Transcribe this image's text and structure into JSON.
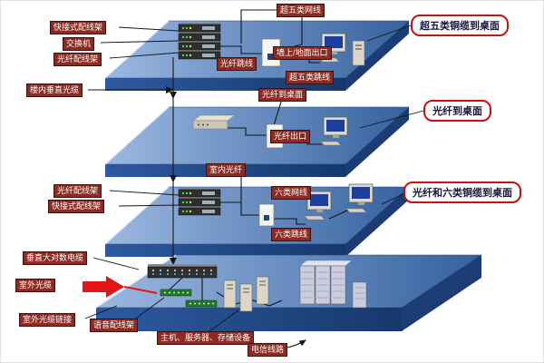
{
  "floor1": {
    "tag_quick_patch": "快接式配线架",
    "tag_switch": "交换机",
    "tag_fiber_patch": "光纤配线架",
    "tag_cat5e_cable": "超五类网线",
    "tag_fiber_jumper": "光纤跳线",
    "tag_outlet": "墙上/地面出口",
    "tag_cat5e_jumper": "超五类跳线",
    "callout": "超五类铜缆到桌面"
  },
  "floor2": {
    "tag_vertical_fiber": "楼内垂直光缆",
    "tag_fiber_to_desktop": "光纤到桌面",
    "tag_fiber_outlet": "光纤出口",
    "callout": "光纤到桌面"
  },
  "floor3": {
    "tag_fiber_patch": "光纤配线架",
    "tag_quick_patch": "快接式配线架",
    "tag_indoor_fiber": "室内光纤",
    "tag_cat6_cable": "六类网线",
    "tag_cat6_jumper": "六类跳线",
    "callout": "光纤和六类铜缆到桌面"
  },
  "basement": {
    "tag_vertical_copper": "垂直大对数电缆",
    "tag_outdoor_fiber": "室外光缆",
    "tag_outdoor_fiber_link": "室外光缆链接",
    "tag_voice_patch": "语音配线架",
    "tag_servers": "主机、服务器、存储设备",
    "tag_telecom": "电信线路"
  },
  "colors": {
    "floor_top_light": "#9db9e2",
    "floor_top_dark": "#35619e",
    "floor_front": "#1d4585",
    "tag_background": "#8d2a21",
    "tag_text": "#ffffff",
    "callout_border": "#c41111",
    "outdoor_fiber_red": "#e31515",
    "cable_black": "#161616",
    "screen_blue": "#1d3f9c",
    "patch_panel_green": "#1f7d1f"
  }
}
